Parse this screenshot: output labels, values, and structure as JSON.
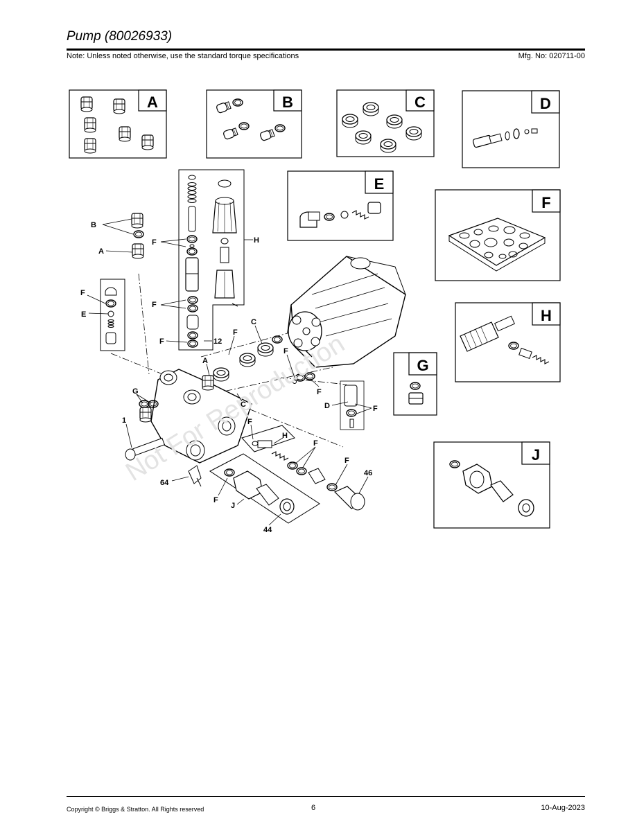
{
  "header": {
    "title": "Pump (80026933)",
    "note": "Note: Unless noted otherwise, use the standard torque specifications",
    "mfg": "Mfg. No: 020711-00"
  },
  "diagram": {
    "kit_boxes": {
      "A": "A",
      "B": "B",
      "C": "C",
      "D": "D",
      "E": "E",
      "F": "F",
      "G": "G",
      "H": "H",
      "J": "J"
    },
    "callouts": {
      "B_left": "B",
      "A_left": "A",
      "F_upper1": "F",
      "H_right": "H",
      "F_left": "F",
      "E_left": "E",
      "F_mid": "F",
      "F_low": "F",
      "n12": "12",
      "F_c1": "F",
      "C_top": "C",
      "A_mid": "A",
      "F_c2": "F",
      "F_c3": "F",
      "G_left": "G",
      "D_right": "D",
      "F_d": "F",
      "C_mid": "C",
      "n1": "1",
      "F_h": "F",
      "H_mid": "H",
      "F_h2": "F",
      "F_46": "F",
      "n46": "46",
      "n64": "64",
      "F_j": "F",
      "J_mid": "J",
      "n44": "44"
    },
    "watermark": "Not For Reproduction"
  },
  "footer": {
    "copyright": "Copyright ©  Briggs & Stratton. All Rights reserved",
    "page": "6",
    "date": "10-Aug-2023"
  }
}
